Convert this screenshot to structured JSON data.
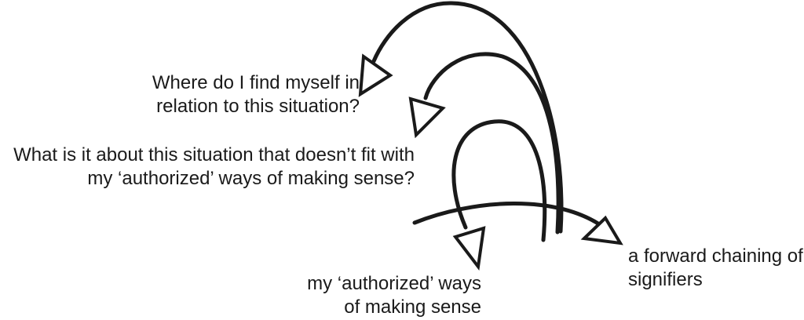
{
  "labels": {
    "q1": {
      "line1": "Where do I find myself in",
      "line2": "relation to this situation?"
    },
    "q2": {
      "line1": "What is it about this situation that doesn’t fit with",
      "line2": "my ‘authorized’ ways of making sense?"
    },
    "authorized": {
      "line1": "my ‘authorized’ ways",
      "line2": "of making sense"
    },
    "forward": {
      "line1": "a forward chaining of",
      "line2": "signifiers"
    }
  },
  "colors": {
    "ink": "#1a1a1a",
    "background": "#ffffff"
  }
}
